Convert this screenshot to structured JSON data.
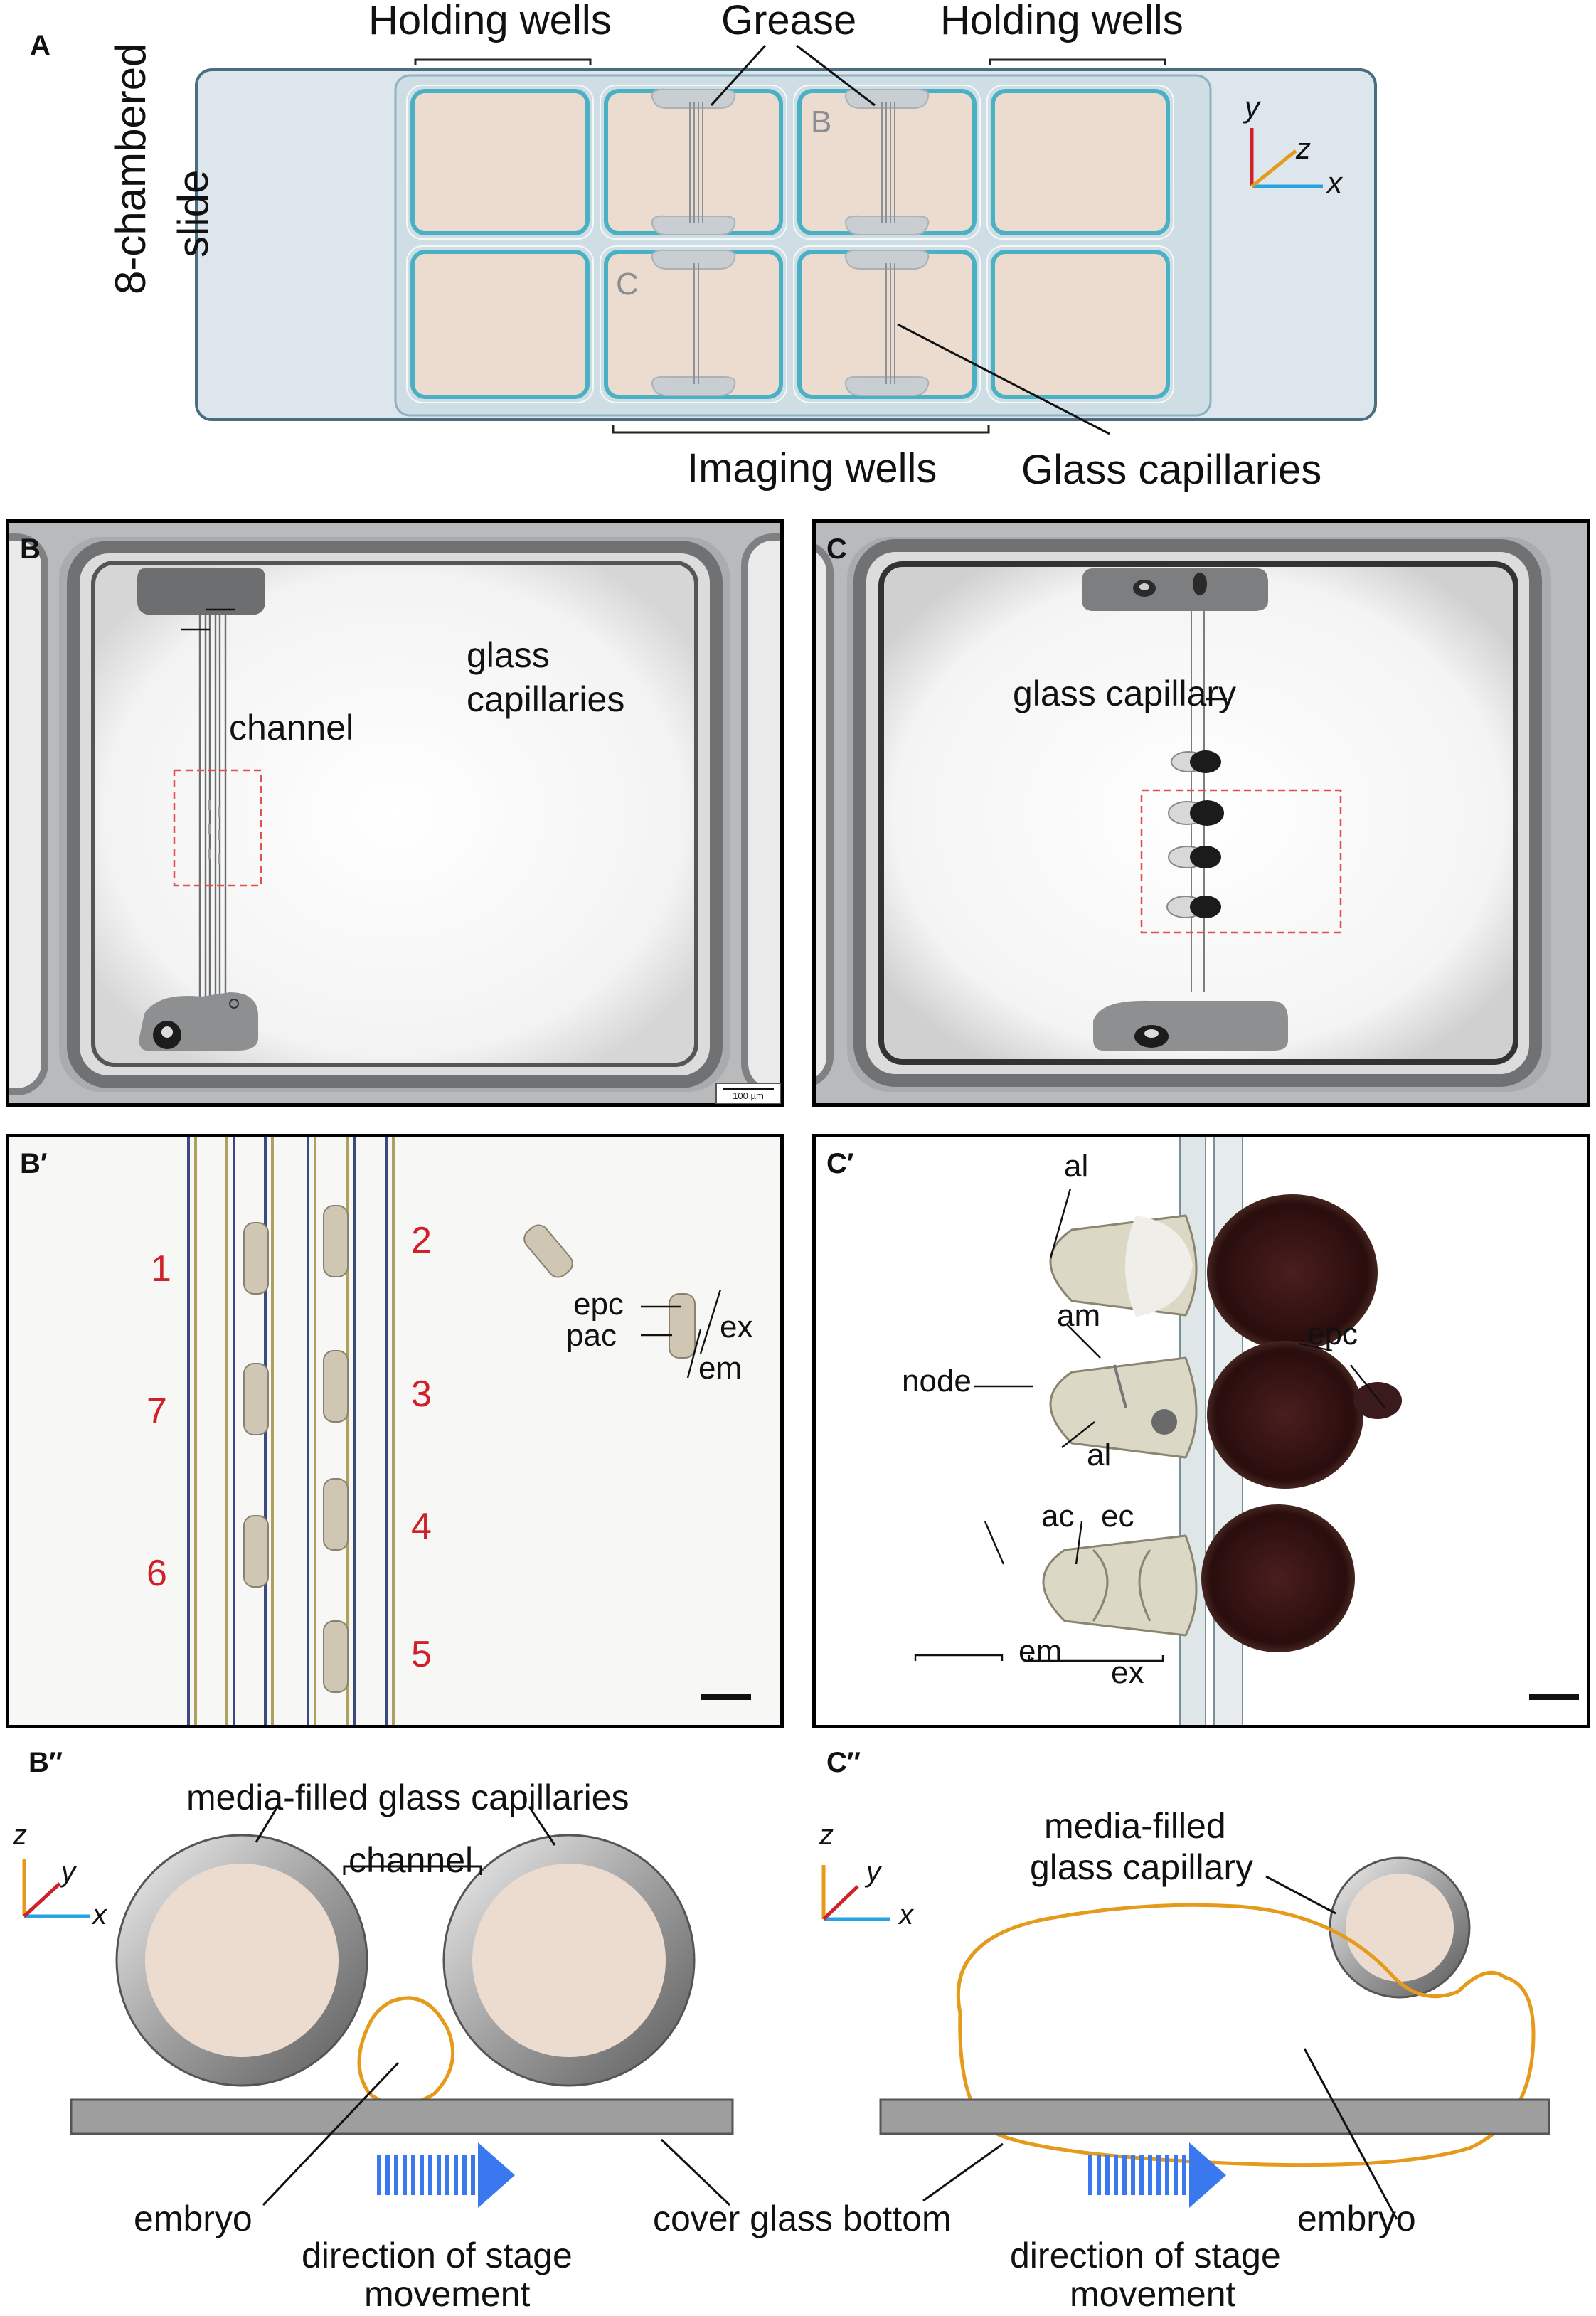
{
  "panel_a": {
    "letter": "A",
    "slide_label_line1": "8-chambered",
    "slide_label_line2": "slide",
    "holding_wells_left": "Holding wells",
    "holding_wells_right": "Holding wells",
    "grease": "Grease",
    "imaging_wells": "Imaging wells",
    "glass_capillaries": "Glass capillaries",
    "well_b_mark": "B",
    "well_c_mark": "C",
    "axis_y": "y",
    "axis_z": "z",
    "axis_x": "x"
  },
  "panel_b": {
    "letter": "B",
    "glass_capillaries_line1": "glass",
    "glass_capillaries_line2": "capillaries",
    "channel": "channel",
    "scalebar_text": "100 µm"
  },
  "panel_c": {
    "letter": "C",
    "glass_capillary": "glass capillary"
  },
  "panel_b_prime": {
    "letter": "B′",
    "numbers": [
      "1",
      "2",
      "3",
      "4",
      "5",
      "6",
      "7"
    ],
    "epc": "epc",
    "pac": "pac",
    "ex": "ex",
    "em": "em"
  },
  "panel_c_prime": {
    "letter": "C′",
    "al_top": "al",
    "am": "am",
    "epc": "epc",
    "node": "node",
    "al_mid": "al",
    "ac": "ac",
    "ec": "ec",
    "em": "em",
    "ex": "ex"
  },
  "panel_b_dprime": {
    "letter": "B″",
    "media_filled": "media-filled glass capillaries",
    "channel": "channel",
    "embryo": "embryo",
    "direction_line1": "direction of stage",
    "direction_line2": "movement",
    "cover_glass": "cover glass bottom",
    "axis_z": "z",
    "axis_y": "y",
    "axis_x": "x"
  },
  "panel_c_dprime": {
    "letter": "C″",
    "media_filled_line1": "media-filled",
    "media_filled_line2": "glass capillary",
    "embryo": "embryo",
    "direction_line1": "direction of stage",
    "direction_line2": "movement",
    "axis_z": "z",
    "axis_y": "y",
    "axis_x": "x"
  },
  "colors": {
    "well_fill": "#ecdcd0",
    "well_border": "#4ab0c4",
    "slide_fill": "#dce6ec",
    "embryo_outline": "#e59a1c",
    "arrow_blue": "#3a78f0",
    "axis_red": "#d0202a",
    "axis_orange": "#e59a1c",
    "axis_blue": "#29a3e0",
    "label_red": "#d0202a"
  }
}
